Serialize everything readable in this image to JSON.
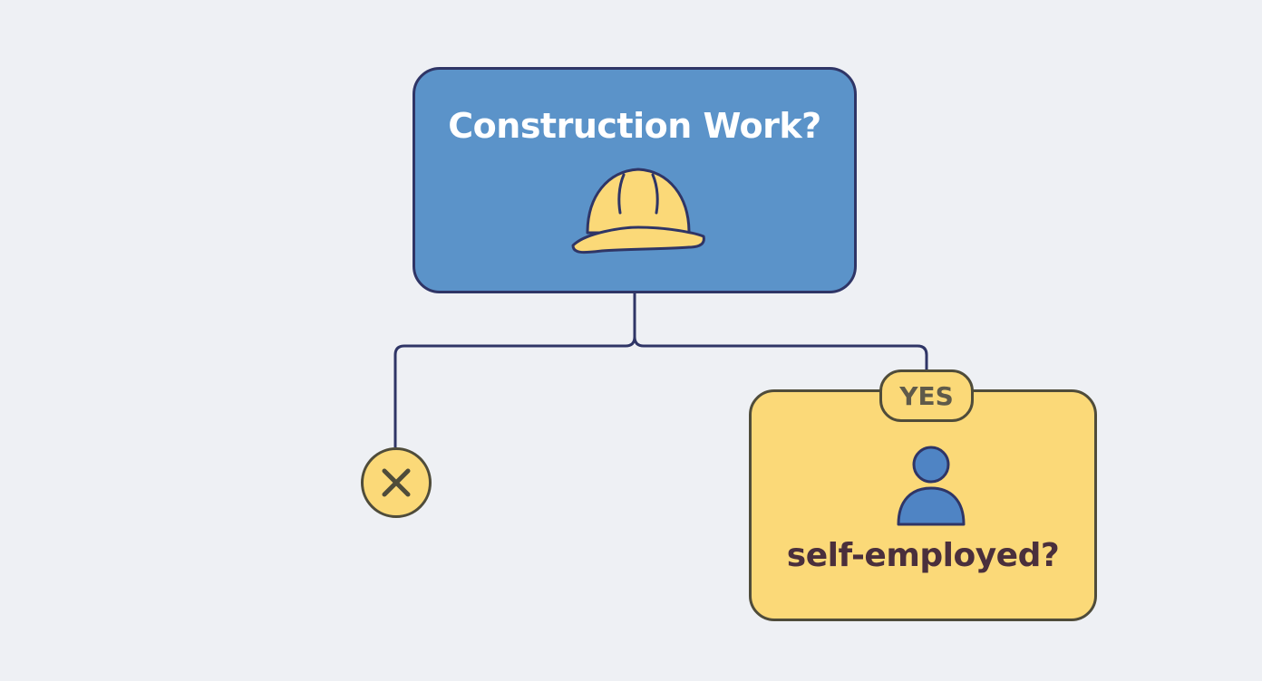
{
  "colors": {
    "background": "#eef0f4",
    "root_fill": "#5b93c9",
    "root_text": "#ffffff",
    "outline": "#2f3566",
    "yellow_fill": "#fbd978",
    "yellow_outline": "#4f4c3a",
    "label_text": "#4a2f3c",
    "badge_text": "#5f5a4a",
    "person_fill": "#4f84c4"
  },
  "root": {
    "title": "Construction Work?",
    "icon": "hard-hat-icon"
  },
  "branches": {
    "no": {
      "icon": "close-icon"
    },
    "yes": {
      "badge": "YES",
      "icon": "person-icon",
      "label": "self-employed?"
    }
  }
}
